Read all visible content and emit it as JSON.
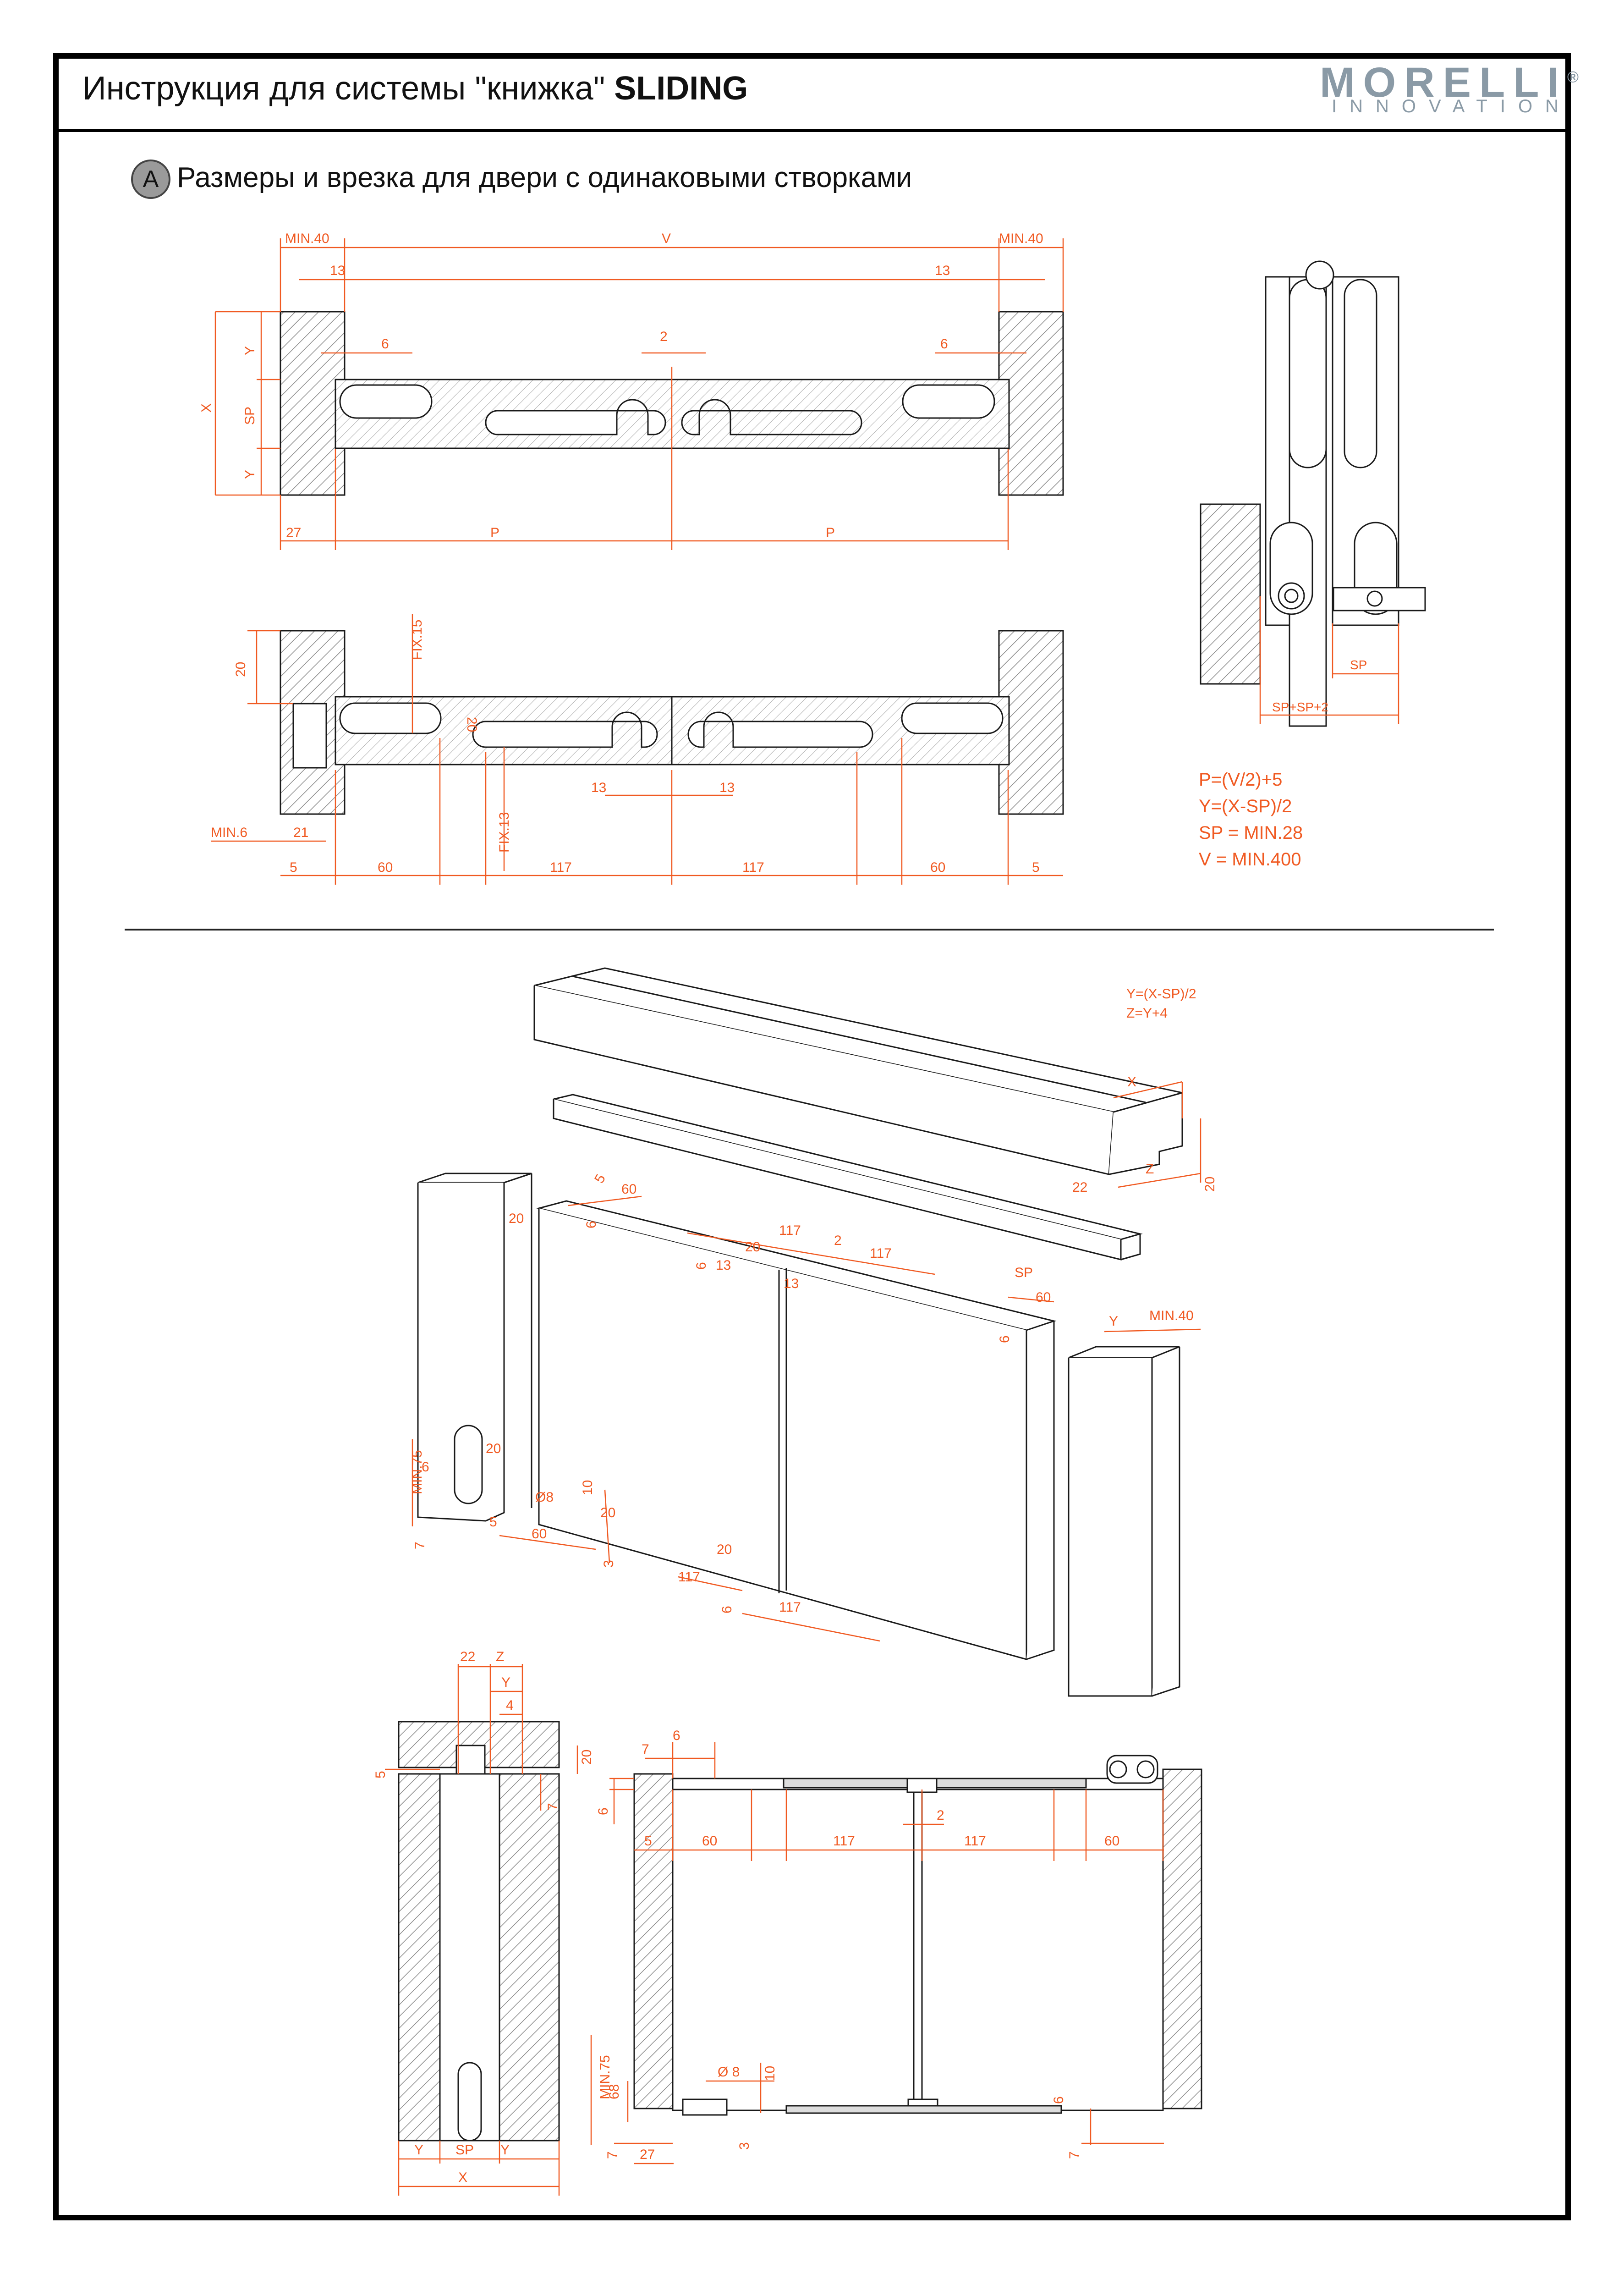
{
  "header": {
    "title_prefix": "Инструкция для системы \"книжка\" ",
    "title_bold": "SLIDING",
    "logo_main": "MORELLI",
    "logo_registered": "®",
    "logo_sub": "INNOVATION"
  },
  "section": {
    "badge": "A",
    "title": "Размеры и врезка для двери с одинаковыми створками"
  },
  "formulas_main": [
    "P=(V/2)+5",
    "Y=(X-SP)/2",
    "SP = MIN.28",
    "V = MIN.400"
  ],
  "formulas_iso": [
    "Y=(X-SP)/2",
    "Z=Y+4"
  ],
  "colors": {
    "dimension": "#f05a22",
    "line": "#1a1a1a",
    "hatch": "#777777",
    "logo": "#8a9aa6"
  },
  "top_plan": {
    "min_left": "MIN.40",
    "v": "V",
    "min_right": "MIN.40",
    "d13_left": "13",
    "d13_right": "13",
    "x": "X",
    "y_top": "Y",
    "sp": "SP",
    "y_bottom": "Y",
    "d6_left": "6",
    "d2": "2",
    "d6_right": "6",
    "d27": "27",
    "p_left": "P",
    "p_right": "P"
  },
  "bottom_plan": {
    "fix15": "FIX.15",
    "d20_left": "20",
    "d20_mid": "20",
    "d13_a": "13",
    "d13_b": "13",
    "min6": "MIN.6",
    "d21": "21",
    "fix13": "FIX.13",
    "d5_left": "5",
    "d60_left": "60",
    "d117_left": "117",
    "d117_right": "117",
    "d60_right": "60",
    "d5_right": "5"
  },
  "side_view": {
    "sp": "SP",
    "sp_total": "SP+SP+2"
  },
  "iso": {
    "x": "X",
    "z": "Z",
    "d22": "22",
    "d20_rail": "20",
    "d60_top": "60",
    "d20_top": "20",
    "d6_top": "6",
    "d5_top": "5",
    "d117_a": "117",
    "d2": "2",
    "d117_b": "117",
    "d20_c": "20",
    "d6_c": "6",
    "d13_a": "13",
    "d13_b": "13",
    "sp": "SP",
    "d60_r": "60",
    "d6_r": "6",
    "y": "Y",
    "min40": "MIN.40",
    "min75": "MIN.75",
    "d6_l": "6",
    "d20_l": "20",
    "d7_l": "7",
    "d8": "Ø8",
    "d10": "10",
    "d5_b": "5",
    "d60_b": "60",
    "d20_b": "20",
    "d3": "3",
    "d117_c": "117",
    "d20_d": "20",
    "d6_d": "6",
    "d117_d": "117"
  },
  "section_view": {
    "d22": "22",
    "z": "Z",
    "y_top": "Y",
    "d4": "4",
    "d20": "20",
    "d5": "5",
    "d7": "7",
    "y_left": "Y",
    "sp": "SP",
    "y_right": "Y",
    "x": "X"
  },
  "front_view": {
    "d7": "7",
    "d6_top": "6",
    "d6_left": "6",
    "d5": "5",
    "d60_left": "60",
    "d117_left": "117",
    "d2": "2",
    "d117_right": "117",
    "d60_right": "60",
    "min75": "MIN.75",
    "d68": "68",
    "d8": "Ø 8",
    "d10": "10",
    "d6_bottom": "6",
    "d3": "3",
    "d7_bl": "7",
    "d27": "27",
    "d7_br": "7"
  }
}
